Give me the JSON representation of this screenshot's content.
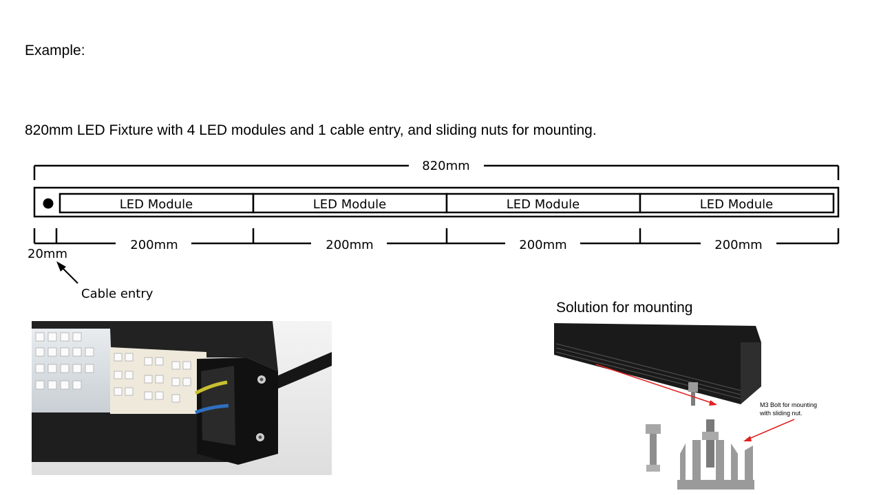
{
  "slide": {
    "heading": "Example:",
    "description": "820mm LED Fixture with 4 LED modules and 1 cable entry, and sliding nuts for mounting."
  },
  "diagram": {
    "total_length_label": "820mm",
    "module_label": "LED Module",
    "module_count": 4,
    "segment_labels": [
      "200mm",
      "200mm",
      "200mm",
      "200mm"
    ],
    "end_offset_label": "20mm",
    "cable_entry_label": "Cable entry"
  },
  "photos": {
    "mounting_title": "Solution for mounting",
    "bolt_annotation_line1": "M3 Bolt for mounting",
    "bolt_annotation_line2": "with sliding nut."
  },
  "colors": {
    "housing": "#1c1c1c",
    "annotation_arrow": "#e02020",
    "cable_blue": "#2f6fc0",
    "cable_yellow_green": "#c8c030",
    "aluminium": "#9a9a9a"
  }
}
